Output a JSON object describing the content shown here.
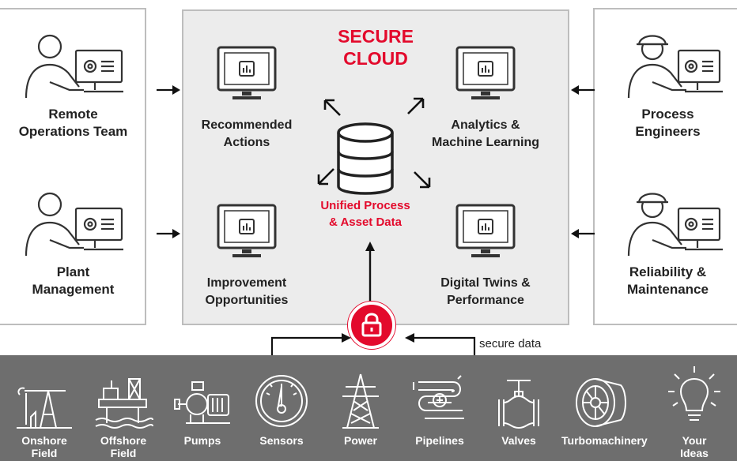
{
  "cloud": {
    "title": "SECURE\nCLOUD",
    "center_label": "Unified Process\n& Asset Data",
    "monitors": [
      {
        "label": "Recommended\nActions"
      },
      {
        "label": "Analytics &\nMachine Learning"
      },
      {
        "label": "Improvement\nOpportunities"
      },
      {
        "label": "Digital Twins &\nPerformance"
      }
    ]
  },
  "left_roles": [
    {
      "label": "Remote\nOperations Team",
      "icon": "operator-at-computer-icon"
    },
    {
      "label": "Plant\nManagement",
      "icon": "operator-at-computer-icon"
    }
  ],
  "right_roles": [
    {
      "label": "Process\nEngineers",
      "icon": "engineer-hardhat-at-computer-icon"
    },
    {
      "label": "Reliability &\nMaintenance",
      "icon": "engineer-hardhat-at-computer-icon"
    }
  ],
  "secure_data_label": "secure data",
  "assets": [
    {
      "label": "Onshore\nField",
      "icon": "pumpjack-icon"
    },
    {
      "label": "Offshore\nField",
      "icon": "offshore-rig-icon"
    },
    {
      "label": "Pumps",
      "icon": "pump-icon"
    },
    {
      "label": "Sensors",
      "icon": "gauge-icon"
    },
    {
      "label": "Power",
      "icon": "transmission-tower-icon"
    },
    {
      "label": "Pipelines",
      "icon": "pipeline-icon"
    },
    {
      "label": "Valves",
      "icon": "valve-icon"
    },
    {
      "label": "Turbomachinery",
      "icon": "turbine-icon"
    },
    {
      "label": "Your\nIdeas",
      "icon": "lightbulb-icon"
    }
  ],
  "colors": {
    "accent": "#e30a2c",
    "panel_border": "#bdbdbd",
    "cloud_bg": "#ececec",
    "assets_bg": "#6e6e6e"
  }
}
